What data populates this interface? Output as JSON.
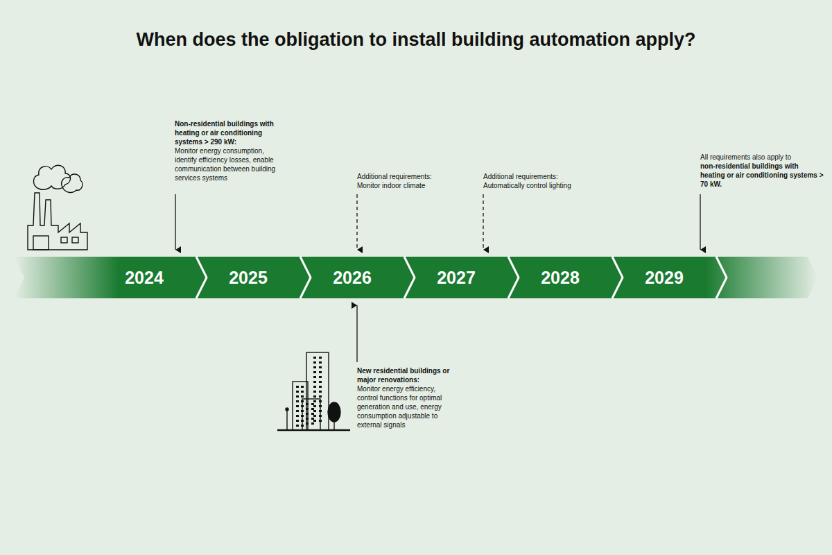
{
  "diagram": {
    "title": "When does the obligation to install building automation apply?",
    "nodes": [
      {
        "text": [
          "2024"
        ]
      },
      {
        "text": [
          "2025"
        ]
      },
      {
        "text": [
          "2026"
        ]
      },
      {
        "text": [
          "2027"
        ]
      },
      {
        "text": [
          "2028"
        ]
      },
      {
        "text": [
          "2029"
        ]
      }
    ],
    "labels": [
      "Non-residential buildings with heating or air conditioning systems > 290 kW:",
      "Monitor energy consumption, identify efficiency losses, enable communication between building services systems",
      "Additional requirements:",
      "Monitor indoor climate",
      "Additional requirements:",
      "Automatically control lighting",
      "All requirements also apply to",
      "non-residential buildings with heating or air conditioning systems > 70 kW.",
      "New residential buildings or major renovations:",
      "Monitor energy efficiency, control functions for optimal generation and use, energy consumption adjustable to external signals"
    ]
  }
}
